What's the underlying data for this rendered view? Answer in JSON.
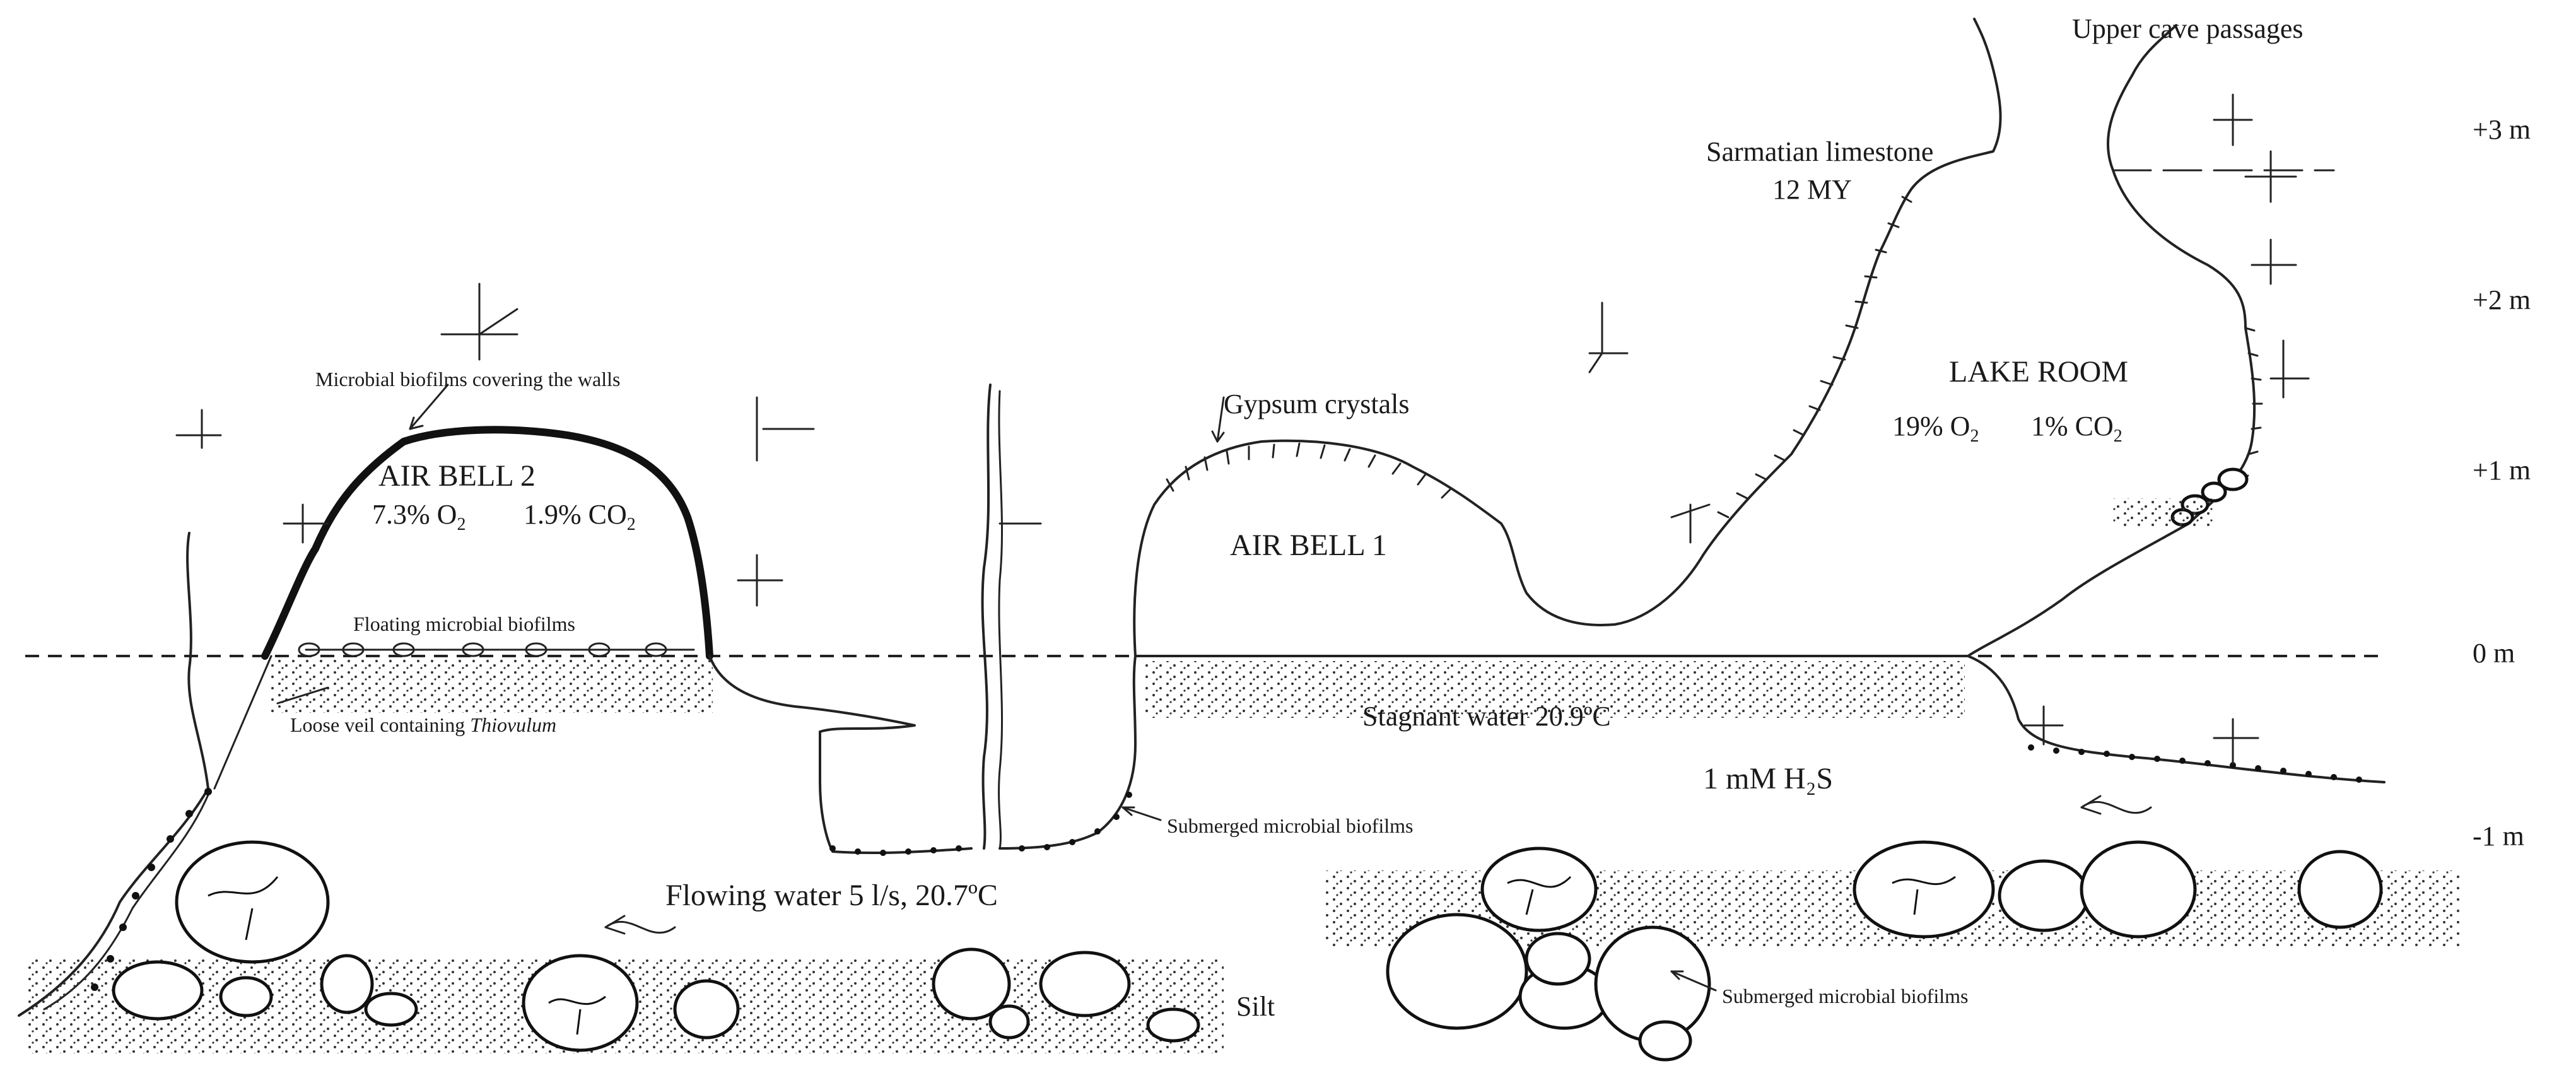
{
  "labels": {
    "upper_cave": "Upper cave passages",
    "sarmatian": "Sarmatian limestone",
    "age": "12 MY",
    "lake_room": "LAKE ROOM",
    "lake_o2": "19% O",
    "lake_o2_sub": "2",
    "lake_co2": "1% CO",
    "lake_co2_sub": "2",
    "gypsum": "Gypsum crystals",
    "air_bell_1": "AIR BELL 1",
    "air_bell_2": "AIR BELL 2",
    "ab2_o2": "7.3% O",
    "ab2_o2_sub": "2",
    "ab2_co2": "1.9% CO",
    "ab2_co2_sub": "2",
    "biofilm_walls": "Microbial biofilms covering the walls",
    "floating": "Floating microbial biofilms",
    "loose_veil": "Loose veil containing ",
    "thiovulum": "Thiovulum",
    "stagnant": "Stagnant water 20.9ºC",
    "h2s": "1 mM  H₂S",
    "submerged_1": "Submerged microbial biofilms",
    "submerged_2": "Submerged microbial biofilms",
    "flowing": "Flowing water  5 l/s, 20.7ºC",
    "silt": "Silt"
  },
  "scale": [
    "+3 m",
    "+2 m",
    "+1 m",
    "0 m",
    "-1 m"
  ]
}
